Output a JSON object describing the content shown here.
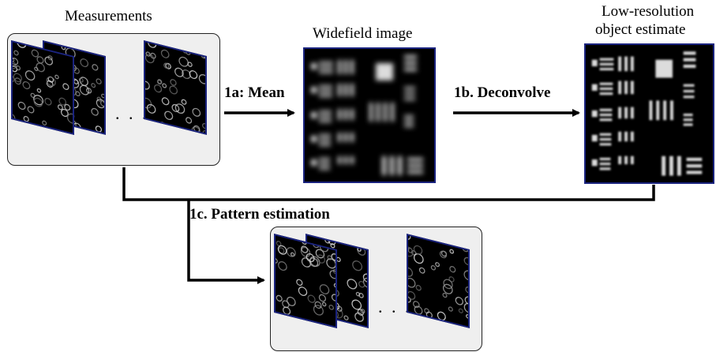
{
  "labels": {
    "measurements": "Measurements",
    "widefield": "Widefield image",
    "lowres_line1": "Low-resolution",
    "lowres_line2": "object estimate"
  },
  "steps": {
    "mean": "1a: Mean",
    "deconvolve": "1b. Deconvolve",
    "pattern": "1c. Pattern estimation"
  },
  "ellipsis": ". . .",
  "colors": {
    "frame_border": "#1a237e",
    "panel_bg": "#efefef",
    "arrow": "#000000"
  }
}
